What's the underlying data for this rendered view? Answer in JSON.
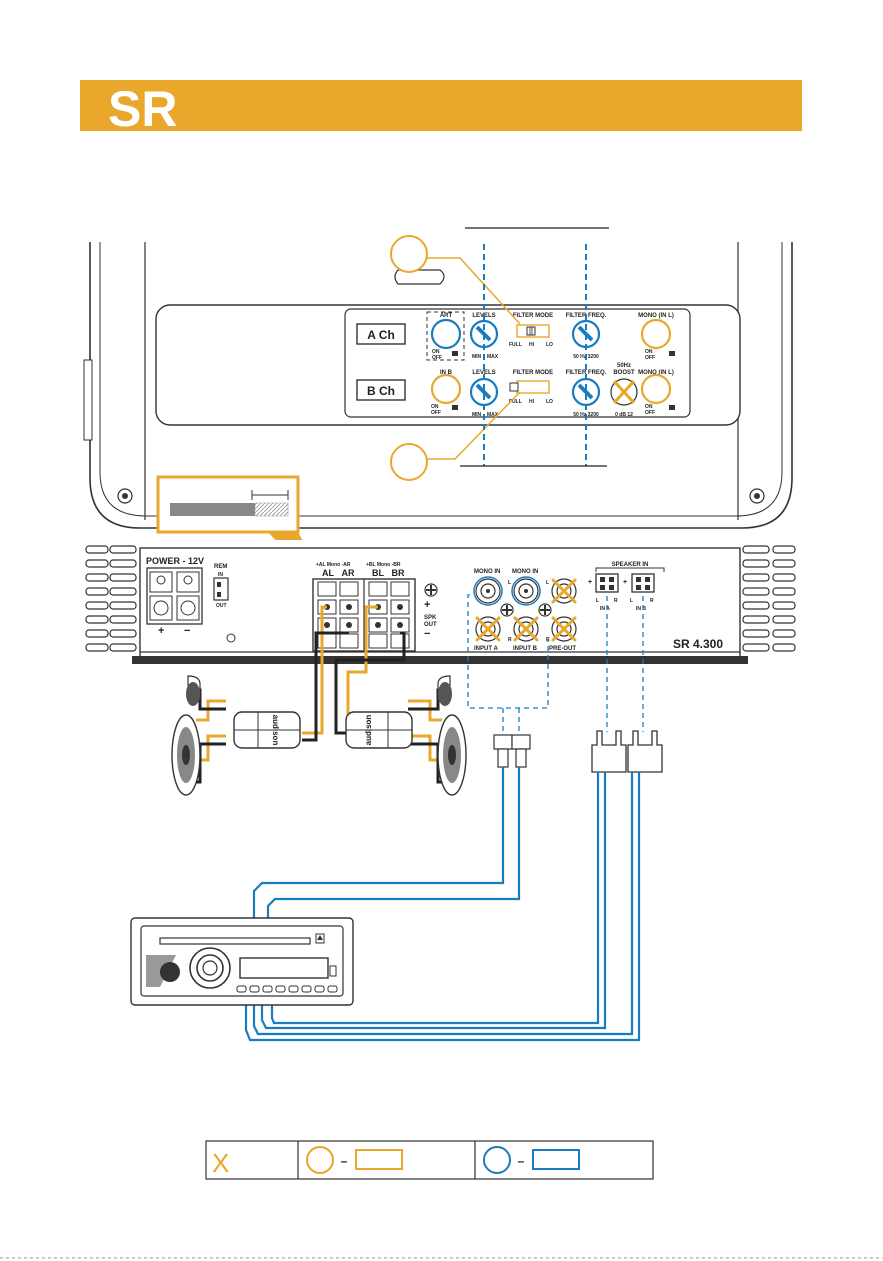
{
  "header": {
    "brand_logo": "SR",
    "band_color": "#E9A82C"
  },
  "colors": {
    "orange": "#E9A82C",
    "blue": "#1A7CC0",
    "black": "#222222"
  },
  "control_panel": {
    "a_ch": "A Ch",
    "b_ch": "B Ch",
    "art": "ART",
    "in_b": "IN B",
    "on": "ON",
    "off": "OFF",
    "levels": "LEVELS",
    "min": "MIN",
    "max": "MAX",
    "filter_mode": "FILTER MODE",
    "full": "FULL",
    "hi": "HI",
    "lo": "LO",
    "filter_freq": "FILTER FREQ.",
    "freq_scale": "50 Hz 3200",
    "boost_title": "50Hz",
    "boost_label": "BOOST",
    "boost_scale": "0 dB 12",
    "mono_in_l": "MONO (IN L)"
  },
  "terminal_panel": {
    "power": "POWER - 12V",
    "rem": "REM",
    "rem_in": "IN",
    "rem_out": "OUT",
    "plus": "+",
    "minus": "−",
    "a_mono": "+AL Mono -AR",
    "b_mono": "+BL Mono -BR",
    "al": "AL",
    "ar": "AR",
    "bl": "BL",
    "br": "BR",
    "spk": "SPK",
    "out": "OUT",
    "mono_in_1": "MONO IN",
    "mono_in_2": "MONO IN",
    "l": "L",
    "r": "R",
    "input_a": "INPUT A",
    "input_b": "INPUT B",
    "pre_out": "PRE-OUT",
    "speaker_in": "SPEAKER IN",
    "in_a": "IN A",
    "in_b": "IN B",
    "model": "SR 4.300"
  },
  "crossover_brand": "audison",
  "legend": {
    "x_mark": "X",
    "dash": "–"
  }
}
